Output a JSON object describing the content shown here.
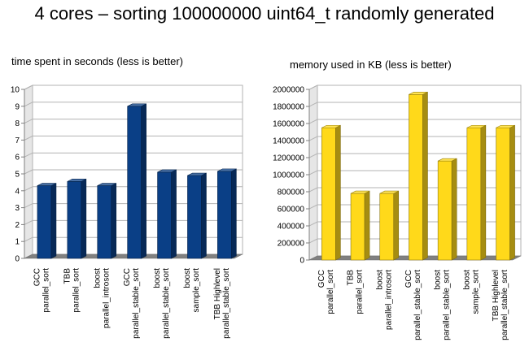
{
  "page": {
    "title": "4 cores – sorting 100000000 uint64_t randomly generated"
  },
  "chart_data": [
    {
      "type": "bar",
      "title": "time spent in seconds (less is better)",
      "categories": [
        [
          "GCC",
          "parallel_sort"
        ],
        [
          "TBB",
          "parallel_sort"
        ],
        [
          "boost",
          "parallel_introsort"
        ],
        [
          "GCC",
          "parallel_stable_sort"
        ],
        [
          "boost",
          "parallel_stable_sort"
        ],
        [
          "boost",
          "sample_sort"
        ],
        [
          "TBB Highlevel",
          "parallel_stable_sort"
        ]
      ],
      "values": [
        4.3,
        4.55,
        4.3,
        9.0,
        5.1,
        4.9,
        5.15
      ],
      "ylim": [
        0,
        10
      ],
      "yticks": [
        0,
        1,
        2,
        3,
        4,
        5,
        6,
        7,
        8,
        9,
        10
      ],
      "grid": true,
      "color": "#0a3f86"
    },
    {
      "type": "bar",
      "title": "memory used in KB (less is better)",
      "categories": [
        [
          "GCC",
          "parallel_sort"
        ],
        [
          "TBB",
          "parallel_sort"
        ],
        [
          "boost",
          "parallel_introsort"
        ],
        [
          "GCC",
          "parallel_stable_sort"
        ],
        [
          "boost",
          "parallel_stable_sort"
        ],
        [
          "boost",
          "sample_sort"
        ],
        [
          "TBB Highlevel",
          "parallel_stable_sort"
        ]
      ],
      "values": [
        1550000,
        780000,
        780000,
        1940000,
        1160000,
        1550000,
        1550000
      ],
      "ylim": [
        0,
        2000000
      ],
      "yticks": [
        0,
        200000,
        400000,
        600000,
        800000,
        1000000,
        1200000,
        1400000,
        1600000,
        1800000,
        2000000
      ],
      "grid": true,
      "color": "#ffd91a"
    }
  ]
}
